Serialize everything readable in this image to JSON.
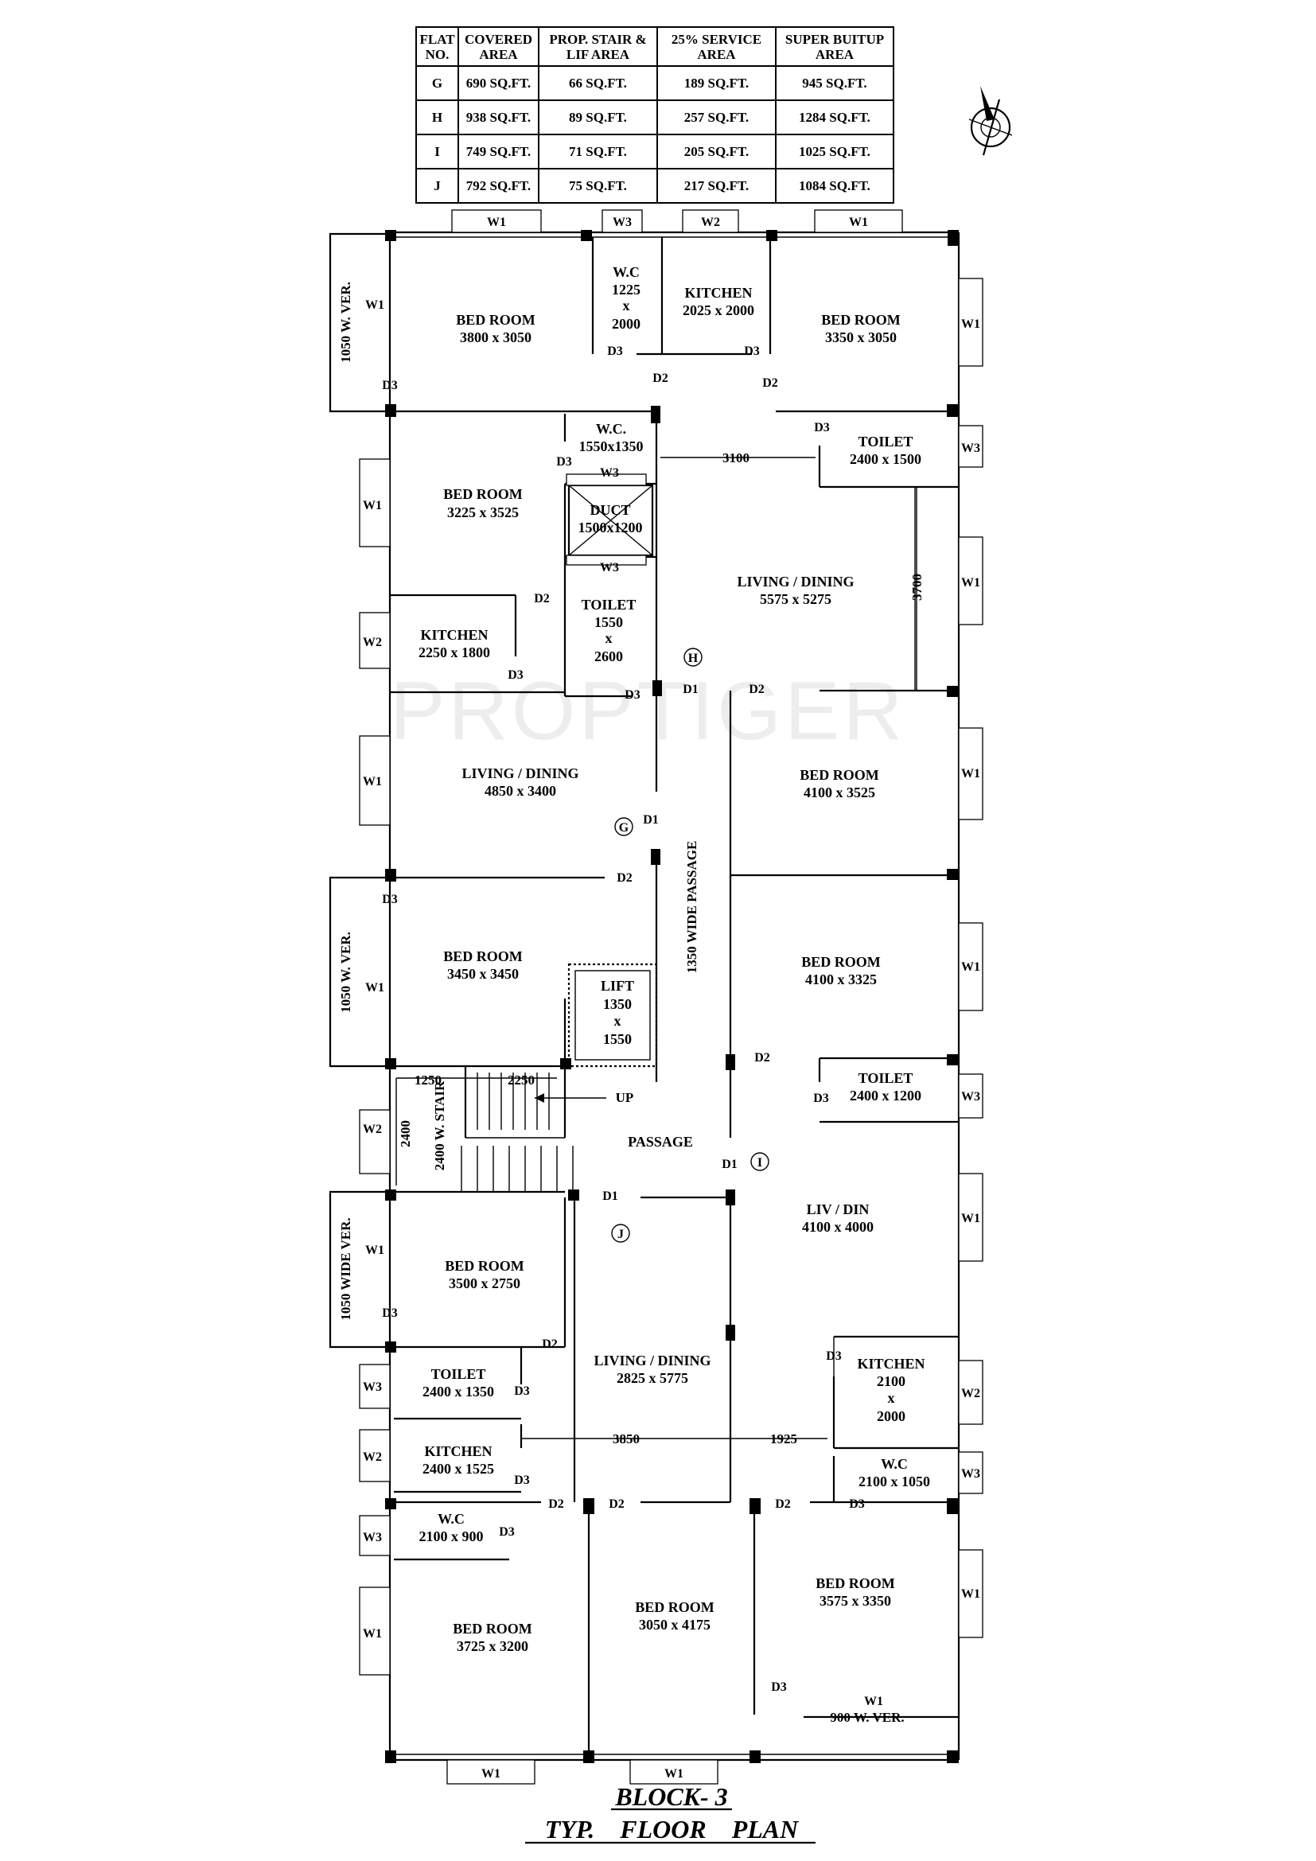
{
  "area_table": {
    "headers": [
      [
        "FLAT",
        "NO."
      ],
      [
        "COVERED",
        "AREA"
      ],
      [
        "PROP. STAIR &",
        "LIF AREA"
      ],
      [
        "25% SERVICE",
        "AREA"
      ],
      [
        "SUPER BUITUP",
        "AREA"
      ]
    ],
    "rows": [
      [
        "G",
        "690 SQ.FT.",
        "66 SQ.FT.",
        "189 SQ.FT.",
        "945 SQ.FT."
      ],
      [
        "H",
        "938 SQ.FT.",
        "89 SQ.FT.",
        "257 SQ.FT.",
        "1284 SQ.FT."
      ],
      [
        "I",
        "749 SQ.FT.",
        "71 SQ.FT.",
        "205 SQ.FT.",
        "1025 SQ.FT."
      ],
      [
        "J",
        "792 SQ.FT.",
        "75 SQ.FT.",
        "217 SQ.FT.",
        "1084 SQ.FT."
      ]
    ]
  },
  "watermark": "PROPTIGER",
  "title": {
    "line1": "BLOCK- 3",
    "line2": "TYP.    FLOOR    PLAN"
  },
  "rooms": {
    "g_bed1": [
      "BED ROOM",
      "3800 x 3050"
    ],
    "g_wc1": [
      "W.C",
      "1225",
      "x",
      "2000"
    ],
    "g_kitchen1": [
      "KITCHEN",
      "2025 x 2000"
    ],
    "h_bed1": [
      "BED ROOM",
      "3350 x 3050"
    ],
    "g_wc2": [
      "W.C.",
      "1550x1350"
    ],
    "h_toilet1": [
      "TOILET",
      "2400 x 1500"
    ],
    "g_bed2": [
      "BED ROOM",
      "3225 x 3525"
    ],
    "duct": [
      "DUCT",
      "1500x1200"
    ],
    "toilet_mid": [
      "TOILET",
      "1550",
      "x",
      "2600"
    ],
    "h_living": [
      "LIVING / DINING",
      "5575 x 5275"
    ],
    "g_kitchen2": [
      "KITCHEN",
      "2250 x 1800"
    ],
    "g_living": [
      "LIVING / DINING",
      "4850 x 3400"
    ],
    "h_bed2": [
      "BED ROOM",
      "4100 x 3525"
    ],
    "g_bed3": [
      "BED ROOM",
      "3450 x 3450"
    ],
    "lift": [
      "LIFT",
      "1350",
      "x",
      "1550"
    ],
    "i_bed1": [
      "BED ROOM",
      "4100 x 3325"
    ],
    "i_toilet": [
      "TOILET",
      "2400 x 1200"
    ],
    "passage": [
      "PASSAGE"
    ],
    "i_liv": [
      "LIV / DIN",
      "4100 x 4000"
    ],
    "j_bed1": [
      "BED ROOM",
      "3500 x 2750"
    ],
    "j_toilet": [
      "TOILET",
      "2400 x 1350"
    ],
    "j_living": [
      "LIVING / DINING",
      "2825 x 5775"
    ],
    "i_kitchen": [
      "KITCHEN",
      "2100",
      "x",
      "2000"
    ],
    "j_kitchen": [
      "KITCHEN",
      "2400 x 1525"
    ],
    "i_wc": [
      "W.C",
      "2100 x 1050"
    ],
    "j_wc": [
      "W.C",
      "2100 x 900"
    ],
    "j_bed2": [
      "BED ROOM",
      "3725 x 3200"
    ],
    "j_bed3": [
      "BED ROOM",
      "3050 x 4175"
    ],
    "i_bed2": [
      "BED ROOM",
      "3575 x 3350"
    ]
  },
  "flat_markers": {
    "g": "G",
    "h": "H",
    "i": "I",
    "j": "J"
  },
  "labels": {
    "ver_1050": "1050 W. VER.",
    "ver_1050_wide": "1050 WIDE VER.",
    "passage_wide": "1350 WIDE PASSAGE",
    "stair": "2400 W. STAIR",
    "up": "UP",
    "ver_900": "900 W. VER."
  },
  "dimensions": {
    "d3100": "3100",
    "d3700": "3700",
    "d1250": "1250",
    "d2250": "2250",
    "d2400": "2400",
    "d3850": "3850",
    "d1925": "1925"
  },
  "windows": {
    "W1": "W1",
    "W2": "W2",
    "W3": "W3"
  },
  "doors": {
    "D1": "D1",
    "D2": "D2",
    "D3": "D3"
  }
}
